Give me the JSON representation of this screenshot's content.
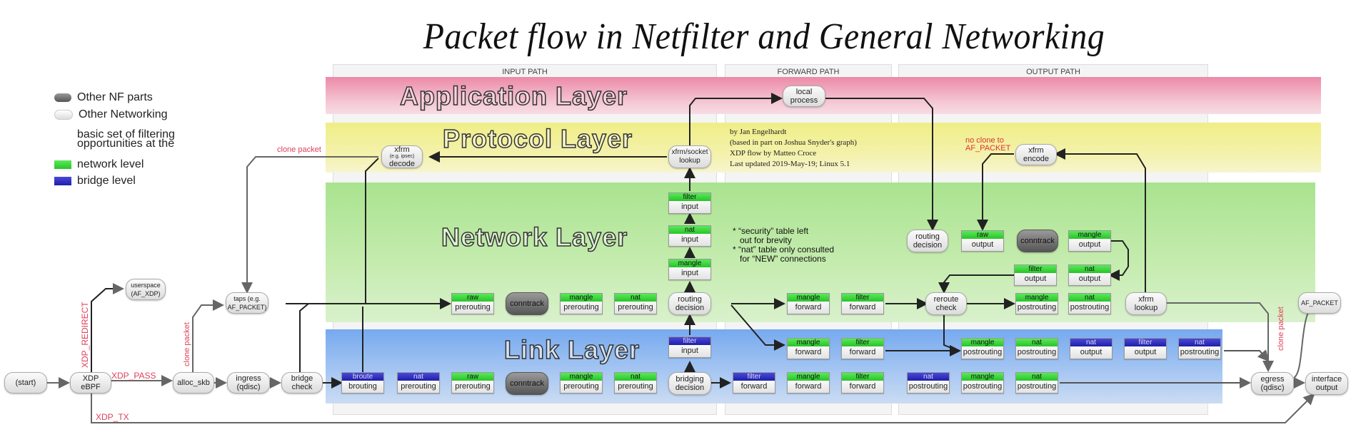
{
  "title": "Packet flow in Netfilter and General Networking",
  "paths": {
    "input": "INPUT PATH",
    "forward": "FORWARD PATH",
    "output": "OUTPUT PATH"
  },
  "layers": {
    "application": "Application Layer",
    "protocol": "Protocol Layer",
    "network": "Network Layer",
    "link": "Link Layer"
  },
  "legend": {
    "other_nf": "Other NF parts",
    "other_networking": "Other Networking",
    "basic_set_line1": "basic set of filtering",
    "basic_set_line2": "opportunities at the",
    "network_level": "network level",
    "bridge_level": "bridge level",
    "colors": {
      "network": "#33cc33",
      "bridge": "#2222aa",
      "nf_parts": "#666666",
      "networking": "#e6e6e6"
    }
  },
  "credits": {
    "line1": "by Jan Engelhardt",
    "line2": "(based in part on Joshua Snyder's graph)",
    "line3": "XDP flow by Matteo Croce",
    "line4": "Last updated 2019-May-19; Linux 5.1"
  },
  "notes": {
    "line1": "* “security” table left",
    "line2": "out for brevity",
    "line3": "* “nat” table only consulted",
    "line4": "for “NEW” connections"
  },
  "labels": {
    "clone_packet_top": "clone packet",
    "clone_packet_alloc": "clone packet",
    "clone_packet_egress": "clone packet",
    "xdp_redirect": "XDP_REDIRECT",
    "xdp_pass": "XDP_PASS",
    "xdp_tx": "XDP_TX",
    "no_clone_1": "no clone to",
    "no_clone_2": "AF_PACKET"
  },
  "nodes": {
    "start": "(start)",
    "xdp_1": "XDP",
    "xdp_2": "eBPF",
    "userspace_1": "userspace",
    "userspace_2": "(AF_XDP)",
    "alloc_skb": "alloc_skb",
    "ingress_1": "ingress",
    "ingress_2": "(qdisc)",
    "taps_1": "taps (e.g.",
    "taps_2": "AF_PACKET)",
    "bridge_check_1": "bridge",
    "bridge_check_2": "check",
    "xfrm_decode_1": "xfrm",
    "xfrm_decode_2": "(e.g. ipsec)",
    "xfrm_decode_3": "decode",
    "xfrm_socket_1": "xfrm/socket",
    "xfrm_socket_2": "lookup",
    "local_process_1": "local",
    "local_process_2": "process",
    "conntrack": "conntrack",
    "routing_decision_1": "routing",
    "routing_decision_2": "decision",
    "bridging_decision_1": "bridging",
    "bridging_decision_2": "decision",
    "reroute_check_1": "reroute",
    "reroute_check_2": "check",
    "xfrm_lookup_1": "xfrm",
    "xfrm_lookup_2": "lookup",
    "xfrm_encode_1": "xfrm",
    "xfrm_encode_2": "encode",
    "af_packet": "AF_PACKET",
    "egress_1": "egress",
    "egress_2": "(qdisc)",
    "interface_output_1": "interface",
    "interface_output_2": "output"
  },
  "chains": {
    "net_pre_raw": {
      "table": "raw",
      "hook": "prerouting"
    },
    "net_pre_mangle": {
      "table": "mangle",
      "hook": "prerouting"
    },
    "net_pre_nat": {
      "table": "nat",
      "hook": "prerouting"
    },
    "net_in_mangle": {
      "table": "mangle",
      "hook": "input"
    },
    "net_in_nat": {
      "table": "nat",
      "hook": "input"
    },
    "net_in_filter": {
      "table": "filter",
      "hook": "input"
    },
    "net_fwd_mangle": {
      "table": "mangle",
      "hook": "forward"
    },
    "net_fwd_filter": {
      "table": "filter",
      "hook": "forward"
    },
    "net_out_raw": {
      "table": "raw",
      "hook": "output"
    },
    "net_out_mangle": {
      "table": "mangle",
      "hook": "output"
    },
    "net_out_nat": {
      "table": "nat",
      "hook": "output"
    },
    "net_out_filter": {
      "table": "filter",
      "hook": "output"
    },
    "net_post_mangle": {
      "table": "mangle",
      "hook": "postrouting"
    },
    "net_post_nat": {
      "table": "nat",
      "hook": "postrouting"
    },
    "br_broute": {
      "table": "broute",
      "hook": "brouting"
    },
    "br_pre_nat": {
      "table": "nat",
      "hook": "prerouting"
    },
    "link_pre_raw": {
      "table": "raw",
      "hook": "prerouting"
    },
    "link_pre_mangle": {
      "table": "mangle",
      "hook": "prerouting"
    },
    "link_pre_nat": {
      "table": "nat",
      "hook": "prerouting"
    },
    "br_in_filter": {
      "table": "filter",
      "hook": "input"
    },
    "link_fwd_mangle_top": {
      "table": "mangle",
      "hook": "forward"
    },
    "link_fwd_filter_top": {
      "table": "filter",
      "hook": "forward"
    },
    "br_fwd_filter": {
      "table": "filter",
      "hook": "forward"
    },
    "link_fwd_mangle": {
      "table": "mangle",
      "hook": "forward"
    },
    "link_fwd_filter": {
      "table": "filter",
      "hook": "forward"
    },
    "link_post_mangle_top": {
      "table": "mangle",
      "hook": "postrouting"
    },
    "link_post_nat_top": {
      "table": "nat",
      "hook": "postrouting"
    },
    "br_out_nat": {
      "table": "nat",
      "hook": "output"
    },
    "br_out_filter": {
      "table": "filter",
      "hook": "output"
    },
    "br_post_nat_top": {
      "table": "nat",
      "hook": "postrouting"
    },
    "br_post_nat": {
      "table": "nat",
      "hook": "postrouting"
    },
    "link_post_mangle": {
      "table": "mangle",
      "hook": "postrouting"
    },
    "link_post_nat": {
      "table": "nat",
      "hook": "postrouting"
    }
  }
}
